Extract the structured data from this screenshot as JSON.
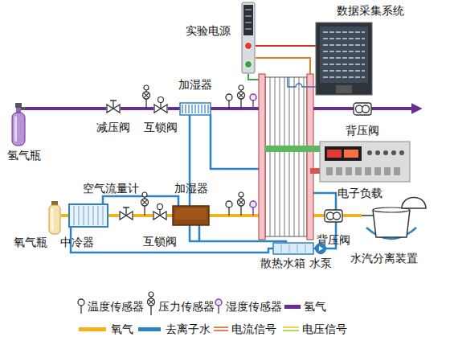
{
  "diagram": {
    "nodes": [
      {
        "text": [
          "实验电源"
        ]
      },
      {
        "text": [
          "数据采集系统"
        ]
      },
      {
        "text": [
          "氢气瓶"
        ]
      },
      {
        "text": [
          "减压阀"
        ]
      },
      {
        "text": [
          "互锁阀"
        ]
      },
      {
        "text": [
          "加湿器"
        ]
      },
      {
        "text": [
          "背压阀"
        ]
      },
      {
        "text": [
          "电子负载"
        ]
      },
      {
        "text": [
          "氧气瓶"
        ]
      },
      {
        "text": [
          "中冷器"
        ]
      },
      {
        "text": [
          "空气流量计"
        ]
      },
      {
        "text": [
          "互锁阀"
        ]
      },
      {
        "text": [
          "加湿器"
        ]
      },
      {
        "text": [
          "背压阀"
        ]
      },
      {
        "text": [
          "水汽分离装置"
        ]
      },
      {
        "text": [
          "散热水箱"
        ]
      },
      {
        "text": [
          "水泵"
        ]
      }
    ],
    "edges": [
      {
        "from": 2,
        "to": 3,
        "arrow": "none"
      },
      {
        "from": 3,
        "to": 4,
        "arrow": "none"
      },
      {
        "from": 4,
        "to": 5,
        "arrow": "none"
      },
      {
        "from": 5,
        "to": 6,
        "arrow": "none"
      },
      {
        "from": 8,
        "to": 9,
        "arrow": "none"
      },
      {
        "from": 9,
        "to": 10,
        "arrow": "none"
      },
      {
        "from": 10,
        "to": 11,
        "arrow": "none"
      },
      {
        "from": 11,
        "to": 12,
        "arrow": "none"
      },
      {
        "from": 12,
        "to": 13,
        "arrow": "none"
      },
      {
        "from": 13,
        "to": 14,
        "arrow": "none"
      },
      {
        "from": 0,
        "to": 1,
        "arrow": "none"
      },
      {
        "from": 15,
        "to": 16,
        "arrow": "none"
      }
    ],
    "legend": [
      {
        "text": "温度传感器"
      },
      {
        "text": "压力传感器"
      },
      {
        "text": "湿度传感器"
      },
      {
        "text": "氢气",
        "color": "#6b2c91"
      },
      {
        "text": "氧气",
        "color": "#f5b21f"
      },
      {
        "text": "去离子水",
        "color": "#2b82c4"
      },
      {
        "text": "电流信号"
      },
      {
        "text": "电压信号"
      }
    ]
  }
}
